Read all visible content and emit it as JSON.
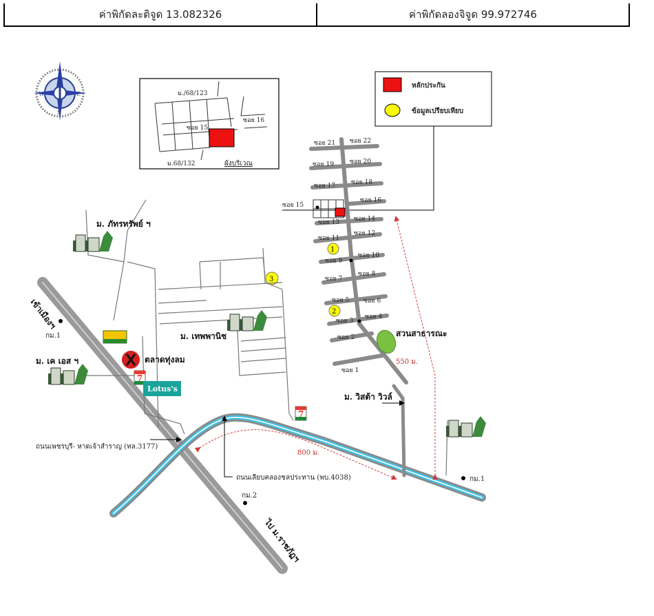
{
  "header": {
    "latitude": "ค่าพิกัดละติจูด 13.082326",
    "longitude": "ค่าพิกัดลองจิจูด 99.972746"
  },
  "legend": {
    "collateral": "หลักประกัน",
    "comparable": "ข้อมูลเปรียบเทียบ",
    "collateral_color": "#ee1111",
    "comparable_color": "#ffff00"
  },
  "inset": {
    "top_label": "ม./68/123",
    "bottom_label": "ม.68/132",
    "soi15": "ซอย 15",
    "soi16": "ซอย 16",
    "caption": "ผังบริเวณ"
  },
  "compass": {
    "n": "N",
    "s": "S",
    "e": "E",
    "w": "W"
  },
  "sois": {
    "s21": "ซอย 21",
    "s22": "ซอย 22",
    "s19": "ซอย 19",
    "s20": "ซอย 20",
    "s17": "ซอย 17",
    "s18": "ซอย 18",
    "s16": "ซอย 16",
    "s15": "ซอย 15",
    "s13": "ซอย 13",
    "s14": "ซอย 14",
    "s11": "ซอย 11",
    "s12": "ซอย 12",
    "s9": "ซอย 9",
    "s10": "ซอย 10",
    "s7": "ซอย 7",
    "s8": "ซอย 8",
    "s5": "ซอย 5",
    "s6": "ซอย 6",
    "s3": "ซอย 3",
    "s4": "ซอย 4",
    "s2": "ซอย 2",
    "s1": "ซอย 1"
  },
  "places": {
    "phattharasap": "ม. ภัทรทรัพย์ ฯ",
    "thepphanit": "ม. เทพพานิช",
    "kes": "ม. เค เอส ฯ",
    "market": "ตลาดทุ่งลม",
    "lotus": "Lotus's",
    "park": "สวนสาธารณะ",
    "wisita": "ม. วิสต้า วิวล์",
    "to_muang": "เข้าเมืองฯ",
    "to_ratchaburi": "ไป ม.ราชภัฏฯ",
    "km1_left": "กม.1",
    "km1_right": "กม.1",
    "km2": "กม.2",
    "road_phetburi": "ถนนเพชรบุรี- หาดเจ้าสำราญ (ทล.3177)",
    "road_canal": "ถนนเลียบคลองชลประทาน (พบ.4038)",
    "dist_800": "800 ม.",
    "dist_550": "550 ม.",
    "seven_eleven": "7",
    "express_icon": "express-logo"
  },
  "comparables": [
    "1",
    "2",
    "3"
  ],
  "colors": {
    "road": "#9a9a9a",
    "canal": "#3fc1e6",
    "park": "#7ac043",
    "arrow": "#d23a3a"
  }
}
